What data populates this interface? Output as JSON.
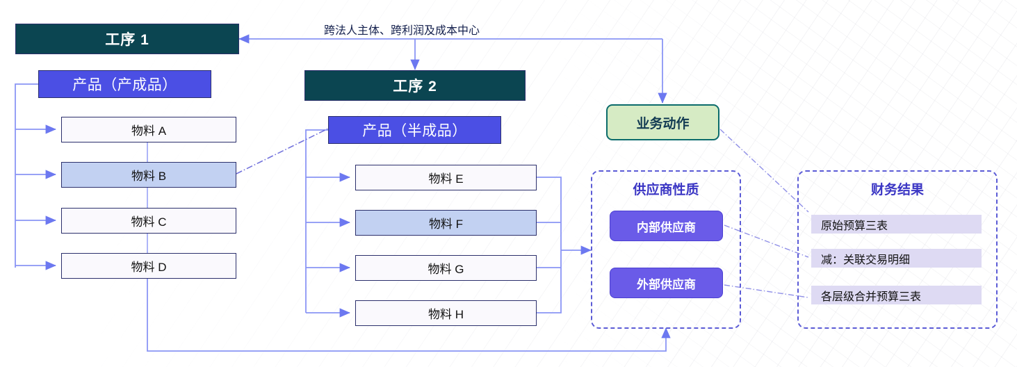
{
  "diagram": {
    "title_annotation": "跨法人主体、跨利润及成本中心",
    "processes": [
      {
        "id": "p1",
        "label": "工序 1"
      },
      {
        "id": "p2",
        "label": "工序 2"
      }
    ],
    "products": [
      {
        "id": "prod-finished",
        "label": "产品（产成品）"
      },
      {
        "id": "prod-semi",
        "label": "产品（半成品）"
      }
    ],
    "materials_left": [
      {
        "label": "物料 A",
        "highlighted": false
      },
      {
        "label": "物料 B",
        "highlighted": true
      },
      {
        "label": "物料 C",
        "highlighted": false
      },
      {
        "label": "物料 D",
        "highlighted": false
      }
    ],
    "materials_right": [
      {
        "label": "物料 E",
        "highlighted": false
      },
      {
        "label": "物料 F",
        "highlighted": true
      },
      {
        "label": "物料 G",
        "highlighted": false
      },
      {
        "label": "物料 H",
        "highlighted": false
      }
    ],
    "business_action": {
      "label": "业务动作"
    },
    "supplier_group": {
      "title": "供应商性质",
      "items": [
        {
          "label": "内部供应商"
        },
        {
          "label": "外部供应商"
        }
      ]
    },
    "finance_group": {
      "title": "财务结果",
      "items": [
        {
          "label": "原始预算三表"
        },
        {
          "label": "减：关联交易明细"
        },
        {
          "label": "各层级合并预算三表"
        }
      ]
    },
    "colors": {
      "process_fill": "#0B4551",
      "product_fill": "#4B4FE4",
      "material_fill": "#FAF9FD",
      "material_highlight_fill": "#C2D1F2",
      "business_action_fill": "#D6EBC4",
      "business_action_border": "#0B6B6B",
      "supplier_fill": "#6A5BE8",
      "result_fill": "#DEDAF3",
      "connector": "#8A95F5",
      "group_border": "#5B5BD6",
      "outline": "#2b2f6b"
    }
  }
}
